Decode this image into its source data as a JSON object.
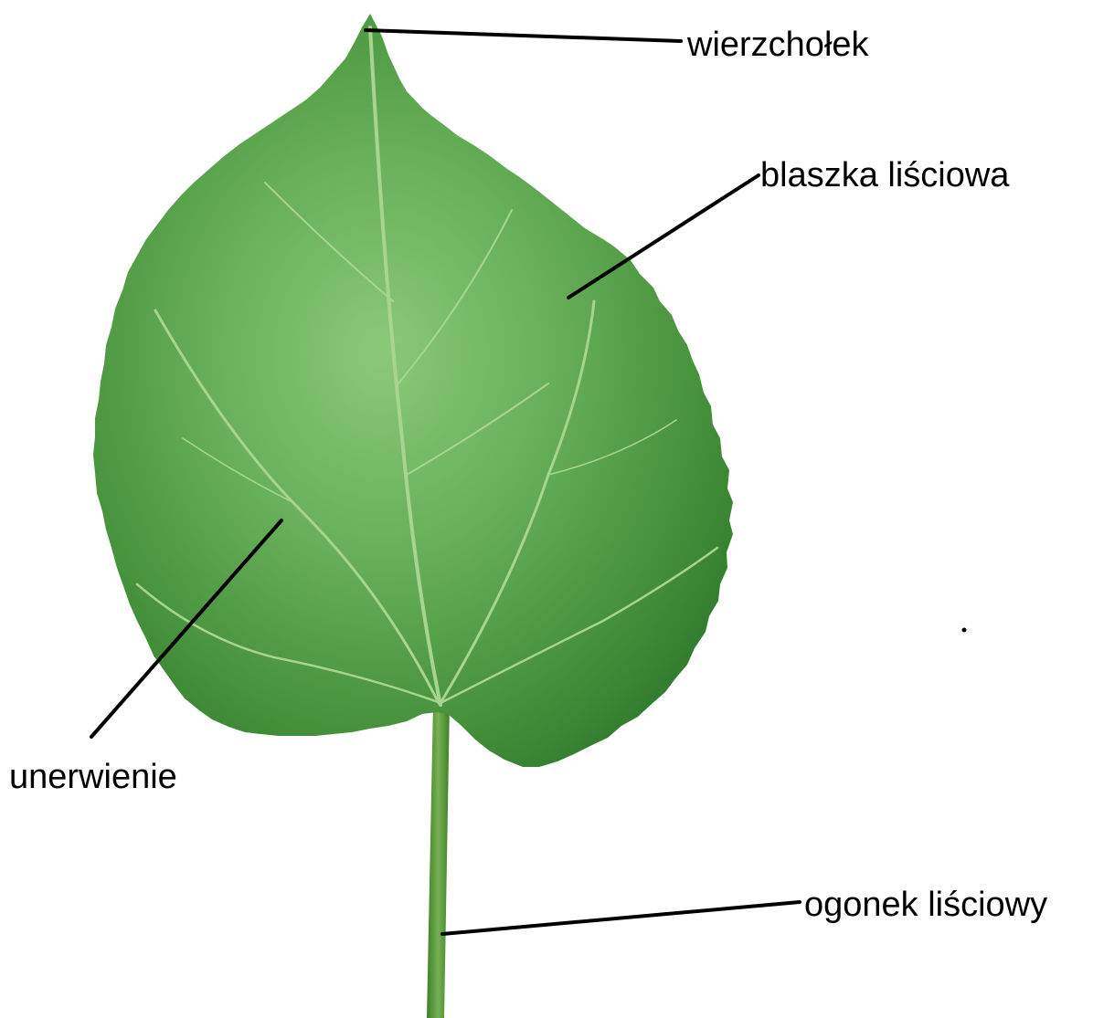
{
  "labels": {
    "apex": "wierzchołek",
    "blade": "blaszka liściowa",
    "venation": "unerwienie",
    "petiole": "ogonek liściowy"
  },
  "colors": {
    "background": "#ffffff",
    "leaf_light": "#7cc06a",
    "leaf_mid": "#4f9a43",
    "leaf_dark": "#2f7a2c",
    "vein": "#a8d48f",
    "petiole": "#5f9d3f",
    "leader_line": "#000000",
    "label_text": "#000000"
  }
}
